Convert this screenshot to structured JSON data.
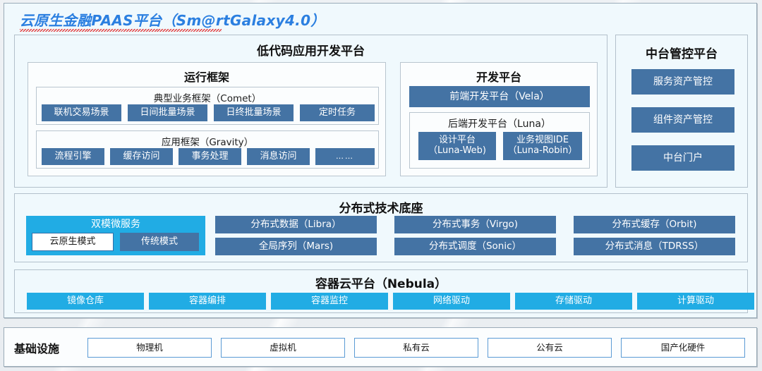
{
  "title": "云原生金融PAAS平台（Sm@rtGalaxy4.0）",
  "colors": {
    "accent_blue": "#4473a4",
    "accent_cyan": "#21ace4",
    "title_blue": "#2b7fe0",
    "panel_bg": "#f0f9fd",
    "border": "#b3c0cb"
  },
  "lowcode": {
    "header": "低代码应用开发平台",
    "runtime": {
      "header": "运行框架",
      "comet": {
        "caption": "典型业务框架（Comet）",
        "items": [
          "联机交易场景",
          "日间批量场景",
          "日终批量场景",
          "定时任务"
        ]
      },
      "gravity": {
        "caption": "应用框架（Gravity）",
        "items": [
          "流程引擎",
          "缓存访问",
          "事务处理",
          "消息访问",
          "……"
        ]
      }
    },
    "devplat": {
      "header": "开发平台",
      "frontend": "前端开发平台（Vela）",
      "backend": {
        "caption": "后端开发平台（Luna）",
        "items": [
          "设计平台\n（Luna-Web)",
          "业务视图IDE\n（Luna-Robin）"
        ]
      }
    }
  },
  "midplat": {
    "header": "中台管控平台",
    "items": [
      "服务资产管控",
      "组件资产管控",
      "中台门户"
    ]
  },
  "foundation": {
    "header": "分布式技术底座",
    "dualmode": {
      "caption": "双模微服务",
      "items": [
        "云原生模式",
        "传统模式"
      ]
    },
    "columns": [
      [
        "分布式数据（Libra）",
        "全局序列（Mars)"
      ],
      [
        "分布式事务（Virgo)",
        "分布式调度（Sonic）"
      ],
      [
        "分布式缓存（Orbit)",
        "分布式消息（TDRSS）"
      ]
    ]
  },
  "container": {
    "header": "容器云平台（Nebula）",
    "items": [
      "镜像仓库",
      "容器编排",
      "容器监控",
      "网络驱动",
      "存储驱动",
      "计算驱动"
    ]
  },
  "infrastructure": {
    "label": "基础设施",
    "items": [
      "物理机",
      "虚拟机",
      "私有云",
      "公有云",
      "国产化硬件"
    ]
  }
}
